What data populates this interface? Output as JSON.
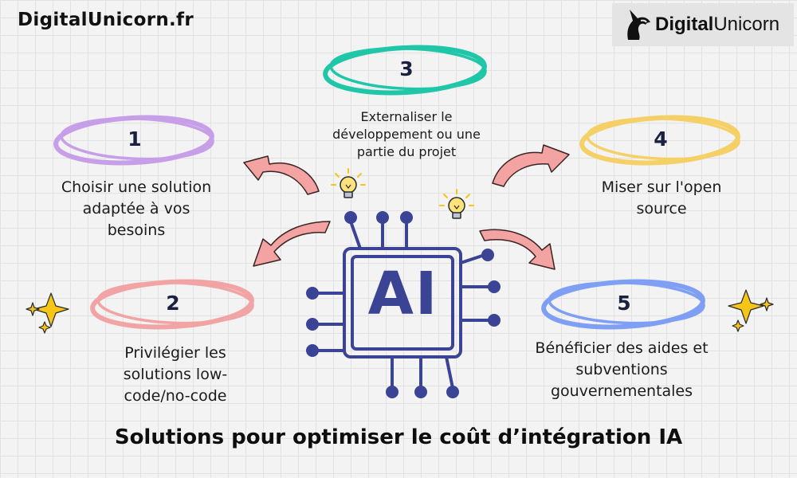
{
  "header": {
    "site_title": "DigitalUnicorn.fr",
    "logo": {
      "text_bold": "Digital",
      "text_regular": "Unicorn"
    }
  },
  "center": {
    "label": "AI"
  },
  "steps": [
    {
      "number": "1",
      "text": [
        "Choisir une solution",
        "adaptée à vos",
        "besoins"
      ],
      "color": "#c79ee8"
    },
    {
      "number": "2",
      "text": [
        "Privilégier les",
        "solutions low-",
        "code/no-code"
      ],
      "color": "#f2a3a3"
    },
    {
      "number": "3",
      "text": [
        "Externaliser le",
        "développement ou une",
        "partie du projet"
      ],
      "color": "#1fc7a8"
    },
    {
      "number": "4",
      "text": [
        "Miser sur l'open",
        "source"
      ],
      "color": "#f5d066"
    },
    {
      "number": "5",
      "text": [
        "Bénéficier des aides et",
        "subventions",
        "gouvernementales"
      ],
      "color": "#7f9ff5"
    }
  ],
  "title": "Solutions pour optimiser le coût d’intégration IA",
  "colors": {
    "chip": "#3a4394",
    "arrow_fill": "#f4a3a3",
    "arrow_stroke": "#3b2323",
    "sparkle": "#f5c518"
  }
}
